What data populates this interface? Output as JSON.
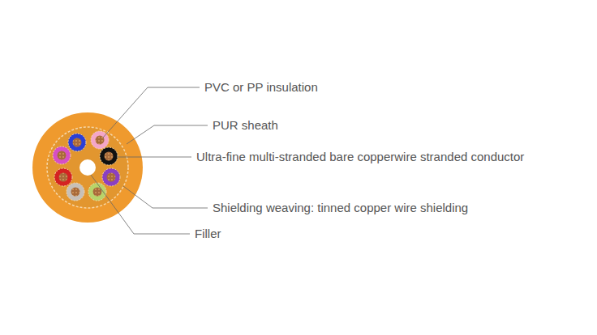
{
  "diagram": {
    "labels": [
      "PVC or PP insulation",
      "PUR sheath",
      "Ultra-fine multi-stranded bare copperwire stranded conductor",
      "Shielding weaving: tinned copper wire shielding",
      "Filler"
    ]
  }
}
